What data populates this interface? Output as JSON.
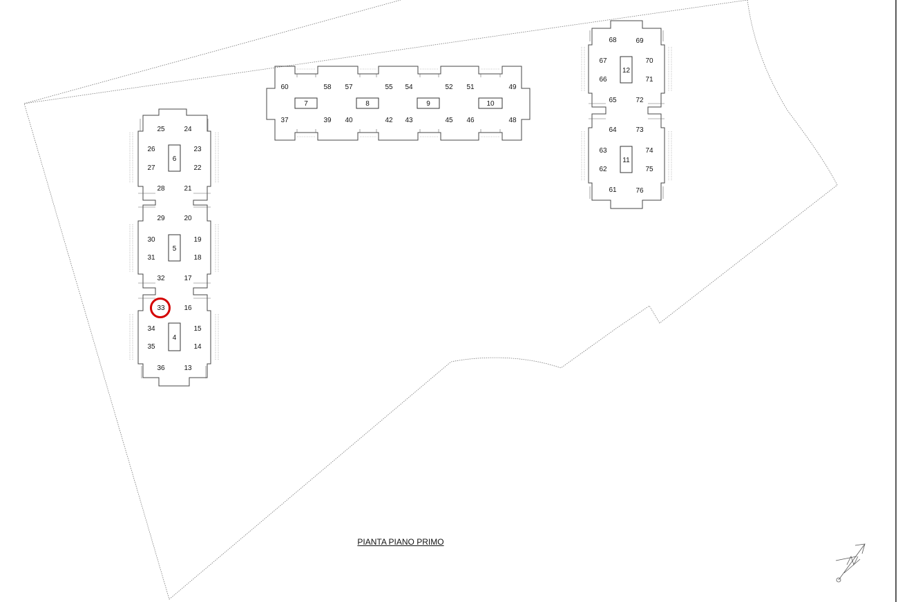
{
  "drawing": {
    "title": "PIANTA PIANO PRIMO",
    "highlighted_lot": "33",
    "highlight_color": "#d40000",
    "north_arrow": "north-arrow-icon"
  },
  "buildings": [
    {
      "name": "west",
      "cores": [
        "6",
        "5",
        "4"
      ],
      "lots": [
        "25",
        "24",
        "26",
        "23",
        "27",
        "22",
        "28",
        "21",
        "29",
        "20",
        "30",
        "19",
        "31",
        "18",
        "32",
        "17",
        "33",
        "16",
        "34",
        "15",
        "35",
        "14",
        "36",
        "13"
      ]
    },
    {
      "name": "center",
      "cores": [
        "7",
        "8",
        "9",
        "10"
      ],
      "lots": [
        "60",
        "58",
        "57",
        "55",
        "54",
        "52",
        "51",
        "49",
        "37",
        "39",
        "40",
        "42",
        "43",
        "45",
        "46",
        "48"
      ]
    },
    {
      "name": "east",
      "cores": [
        "12",
        "11"
      ],
      "lots": [
        "68",
        "69",
        "67",
        "70",
        "66",
        "71",
        "65",
        "72",
        "64",
        "73",
        "63",
        "74",
        "62",
        "75",
        "61",
        "76"
      ]
    }
  ]
}
